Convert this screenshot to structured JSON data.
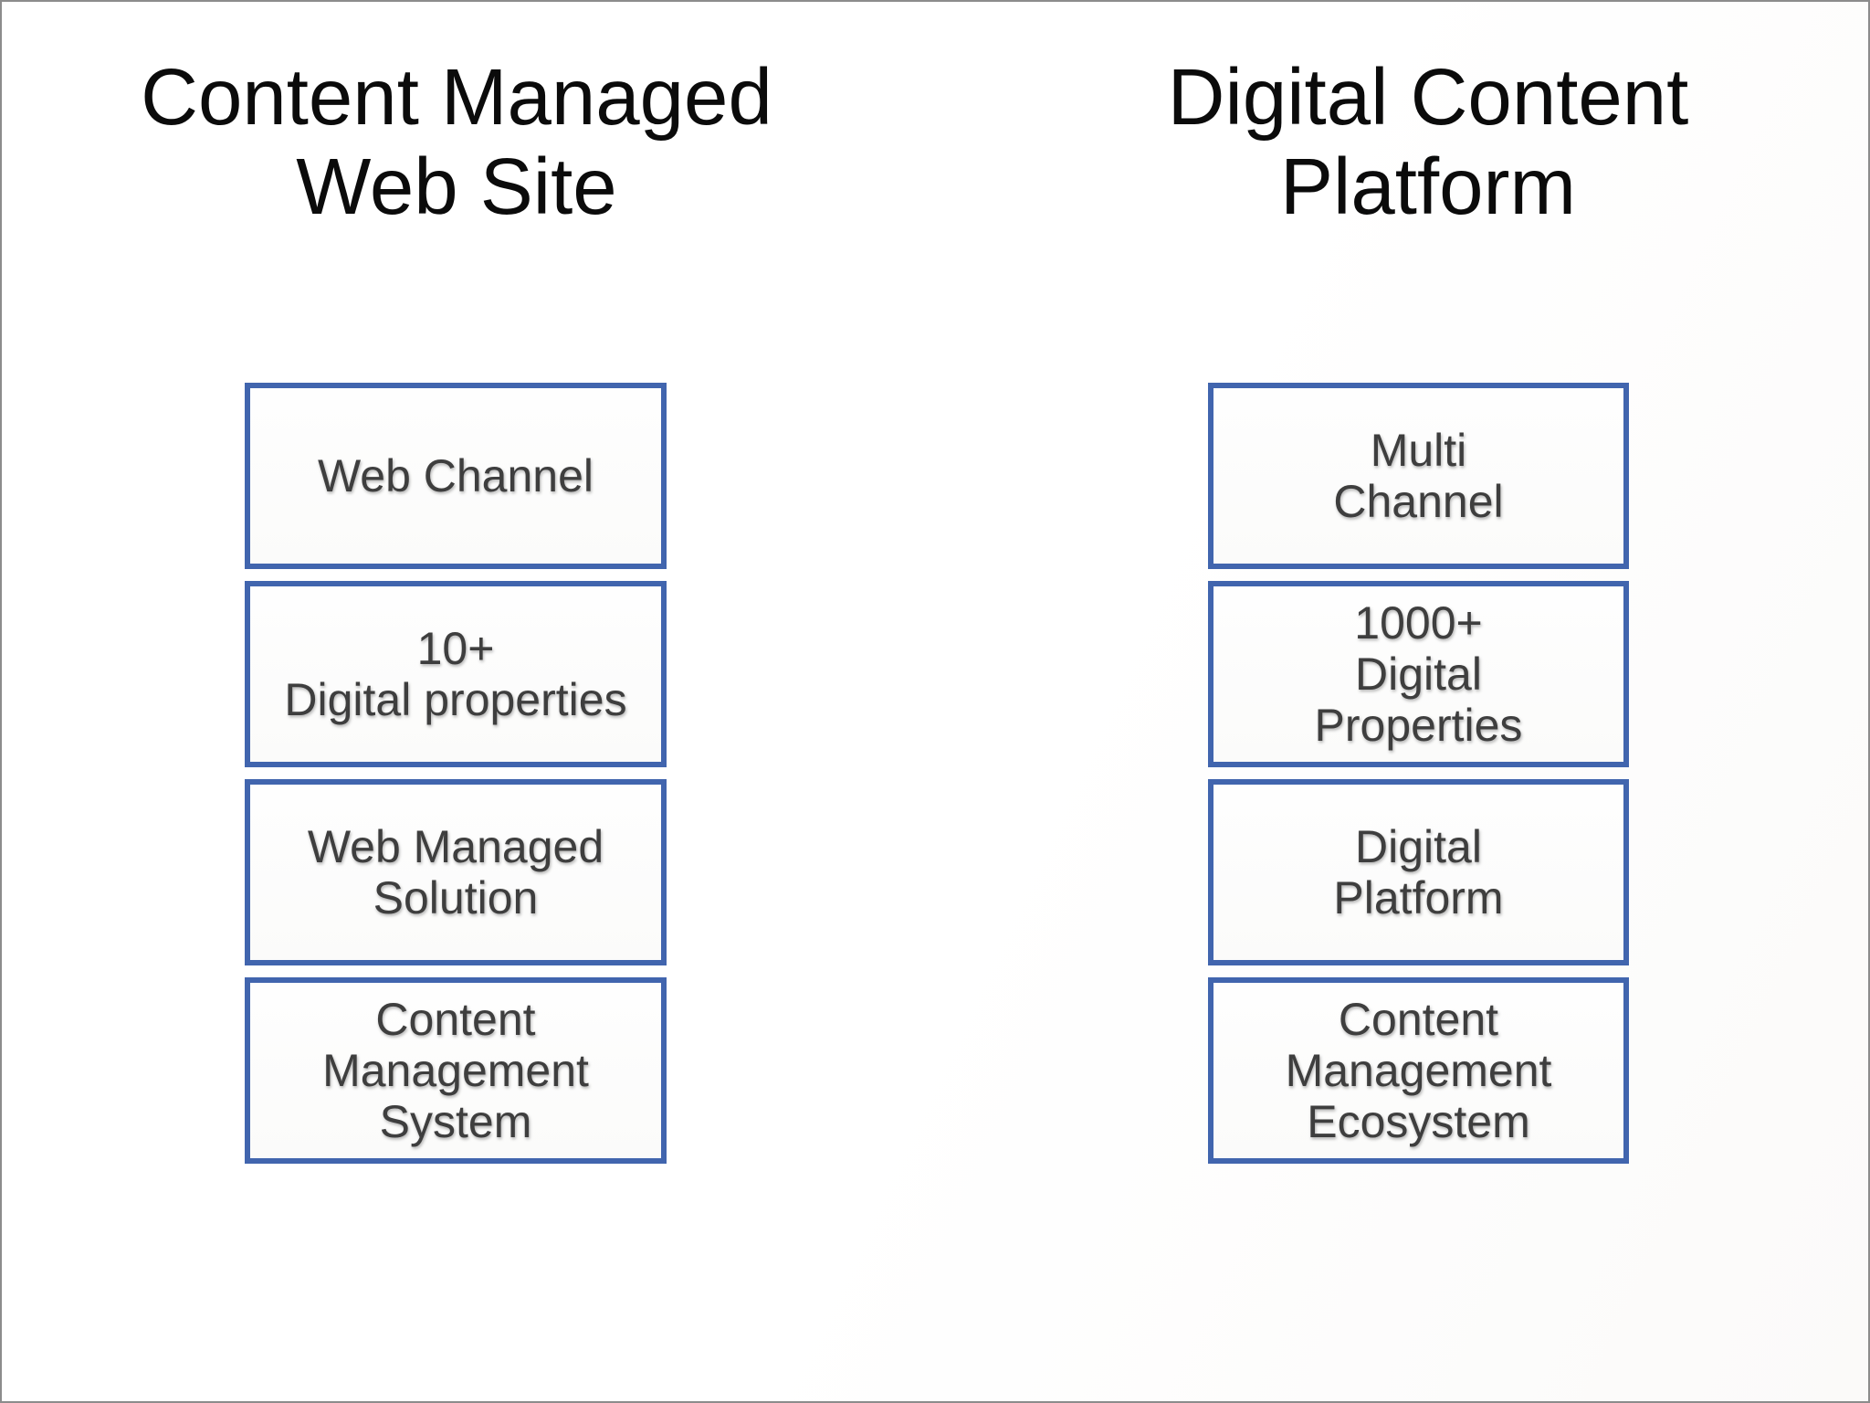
{
  "page": {
    "frame_border_color": "#8c8c8c",
    "background_color": "#ffffff"
  },
  "colors": {
    "box_border": "#4165AE",
    "box_text": "#3e3e3e",
    "title_text": "#0b0b0b"
  },
  "columns": [
    {
      "id": "content-managed-web-site",
      "title_lines": [
        "Content Managed",
        "Web Site"
      ],
      "boxes": [
        {
          "lines": [
            "Web Channel"
          ]
        },
        {
          "lines": [
            "10+",
            "Digital properties"
          ]
        },
        {
          "lines": [
            "Web Managed",
            "Solution"
          ]
        },
        {
          "lines": [
            "Content",
            "Management",
            "System"
          ]
        }
      ]
    },
    {
      "id": "digital-content-platform",
      "title_lines": [
        "Digital Content",
        "Platform"
      ],
      "boxes": [
        {
          "lines": [
            "Multi",
            "Channel"
          ]
        },
        {
          "lines": [
            "1000+",
            "Digital",
            "Properties"
          ]
        },
        {
          "lines": [
            "Digital",
            "Platform"
          ]
        },
        {
          "lines": [
            "Content",
            "Management",
            "Ecosystem"
          ]
        }
      ]
    }
  ]
}
